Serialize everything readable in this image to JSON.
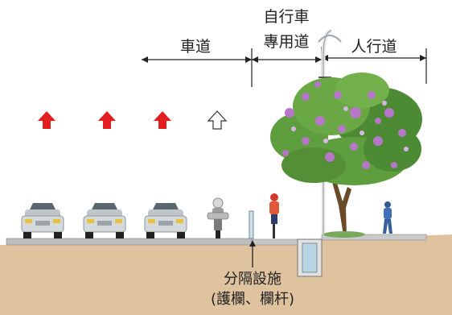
{
  "labels": {
    "roadway": "車道",
    "bike_lane_line1": "自行車",
    "bike_lane_line2": "專用道",
    "sidewalk": "人行道",
    "separator_line1": "分隔設施",
    "separator_line2": "(護欄、欄杆)"
  },
  "colors": {
    "ground": "#dfc29e",
    "pavement": "#bdbdbd",
    "arrow_red": "#e31e1e",
    "tree_green": "#5f9e3e",
    "blossom": "#b677c9",
    "pedestrian": "#3f6fb5"
  },
  "icons": {
    "car": "car-icon",
    "motorcycle": "motorcycle-icon",
    "cyclist": "cyclist-icon",
    "pedestrian": "pedestrian-icon",
    "tree": "tree-icon",
    "streetlight": "streetlight-icon",
    "direction_arrow": "up-arrow-icon"
  }
}
